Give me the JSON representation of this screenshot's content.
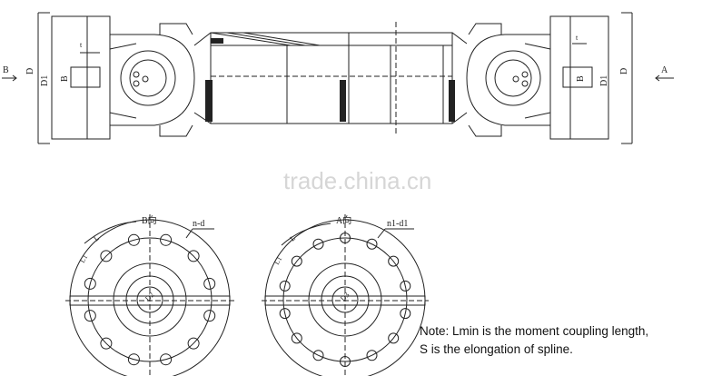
{
  "side_view": {
    "label_b": "B",
    "label_a": "A",
    "dim_d_left": "D",
    "dim_d1_left": "D1",
    "dim_b_left": "B",
    "dim_t_left": "t",
    "dim_d_right": "D",
    "dim_d1_right": "D1",
    "dim_b_right": "B",
    "dim_t_right": "t"
  },
  "watermark": "trade.china.cn",
  "flange_b": {
    "title": "B向",
    "bolt_label": "n-d",
    "dim_l": "L",
    "dim_l1": "L1",
    "dim_d2": "D2"
  },
  "flange_a": {
    "title": "A向",
    "bolt_label": "n1-d1",
    "dim_l": "L",
    "dim_l1": "L1",
    "dim_d3": "D3"
  },
  "note": {
    "line1": "Note: Lmin is the moment coupling length,",
    "line2": "S is the elongation of spline."
  }
}
